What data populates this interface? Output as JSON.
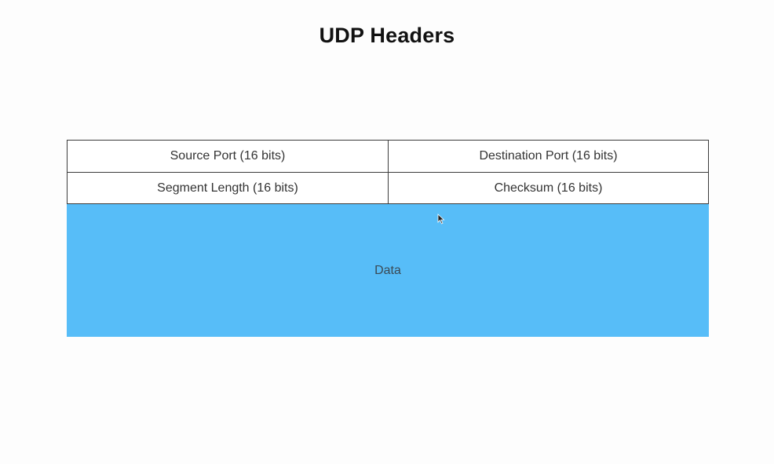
{
  "title": "UDP Headers",
  "header": {
    "source_port": "Source Port (16 bits)",
    "destination_port": "Destination Port (16 bits)",
    "segment_length": "Segment Length (16 bits)",
    "checksum": "Checksum (16 bits)"
  },
  "data_block": {
    "label": "Data",
    "color": "#57bdf8"
  },
  "icons": {
    "cursor": "mouse-pointer-icon"
  }
}
